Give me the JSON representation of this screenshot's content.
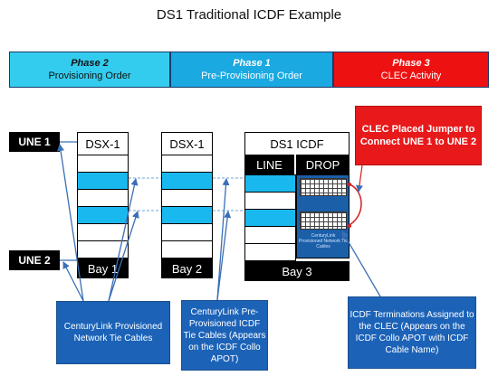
{
  "title": "DS1 Traditional ICDF Example",
  "phases": [
    {
      "name": "Phase 2",
      "label": "Provisioning Order"
    },
    {
      "name": "Phase 1",
      "label": "Pre-Provisioning Order"
    },
    {
      "name": "Phase 3",
      "label": "CLEC Activity"
    }
  ],
  "une": {
    "une1": "UNE 1",
    "une2": "UNE 2"
  },
  "bays": {
    "bay1": {
      "header": "DSX-1",
      "footer": "Bay 1"
    },
    "bay2": {
      "header": "DSX-1",
      "footer": "Bay 2"
    },
    "bay3": {
      "header": "DS1 ICDF",
      "footer": "Bay 3",
      "line": "LINE",
      "drop": "DROP",
      "drop_caption": "CenturyLink Provisioned Network Tie Cables"
    }
  },
  "notes": {
    "clec_jumper": "CLEC Placed Jumper to Connect UNE 1 to UNE 2",
    "provisioned": "CenturyLink Provisioned Network Tie Cables",
    "pre_provisioned": "CenturyLink Pre-Provisioned ICDF Tie Cables (Appears on the ICDF Collo APOT)",
    "icdf_terminations": "ICDF Terminations Assigned to the CLEC (Appears on the ICDF Collo APOT with ICDF Cable Name)"
  },
  "colors": {
    "phase2": "#33ccee",
    "phase1": "#1aa9e0",
    "phase3": "#ee1111",
    "cyan_row": "#19b8ee",
    "note_blue": "#1c63b8",
    "note_red": "#e8191b"
  }
}
